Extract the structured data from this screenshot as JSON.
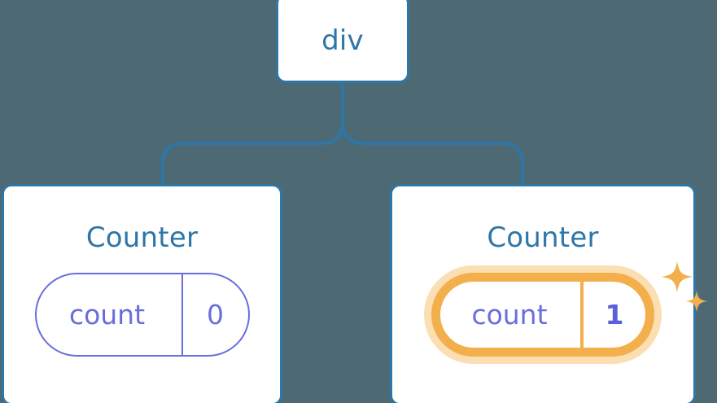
{
  "diagram": {
    "title": "React component tree with highlighted state update",
    "background_color": "#4D6A74",
    "node_border_color": "#2E76A8",
    "node_text_color": "#2D76A8",
    "state_color": "#6A6EDC",
    "highlight_color": "#F4AF4D",
    "highlight_glow_color": "#FBDFB2",
    "highlight_value_color": "#5B5FD9",
    "connector_color": "#2E76A8"
  },
  "root": {
    "label": "div"
  },
  "children": [
    {
      "label": "Counter",
      "state": {
        "key": "count",
        "value": "0"
      },
      "highlighted": false
    },
    {
      "label": "Counter",
      "state": {
        "key": "count",
        "value": "1"
      },
      "highlighted": true,
      "sparkle_icons": [
        "sparkle-large",
        "sparkle-small"
      ]
    }
  ]
}
